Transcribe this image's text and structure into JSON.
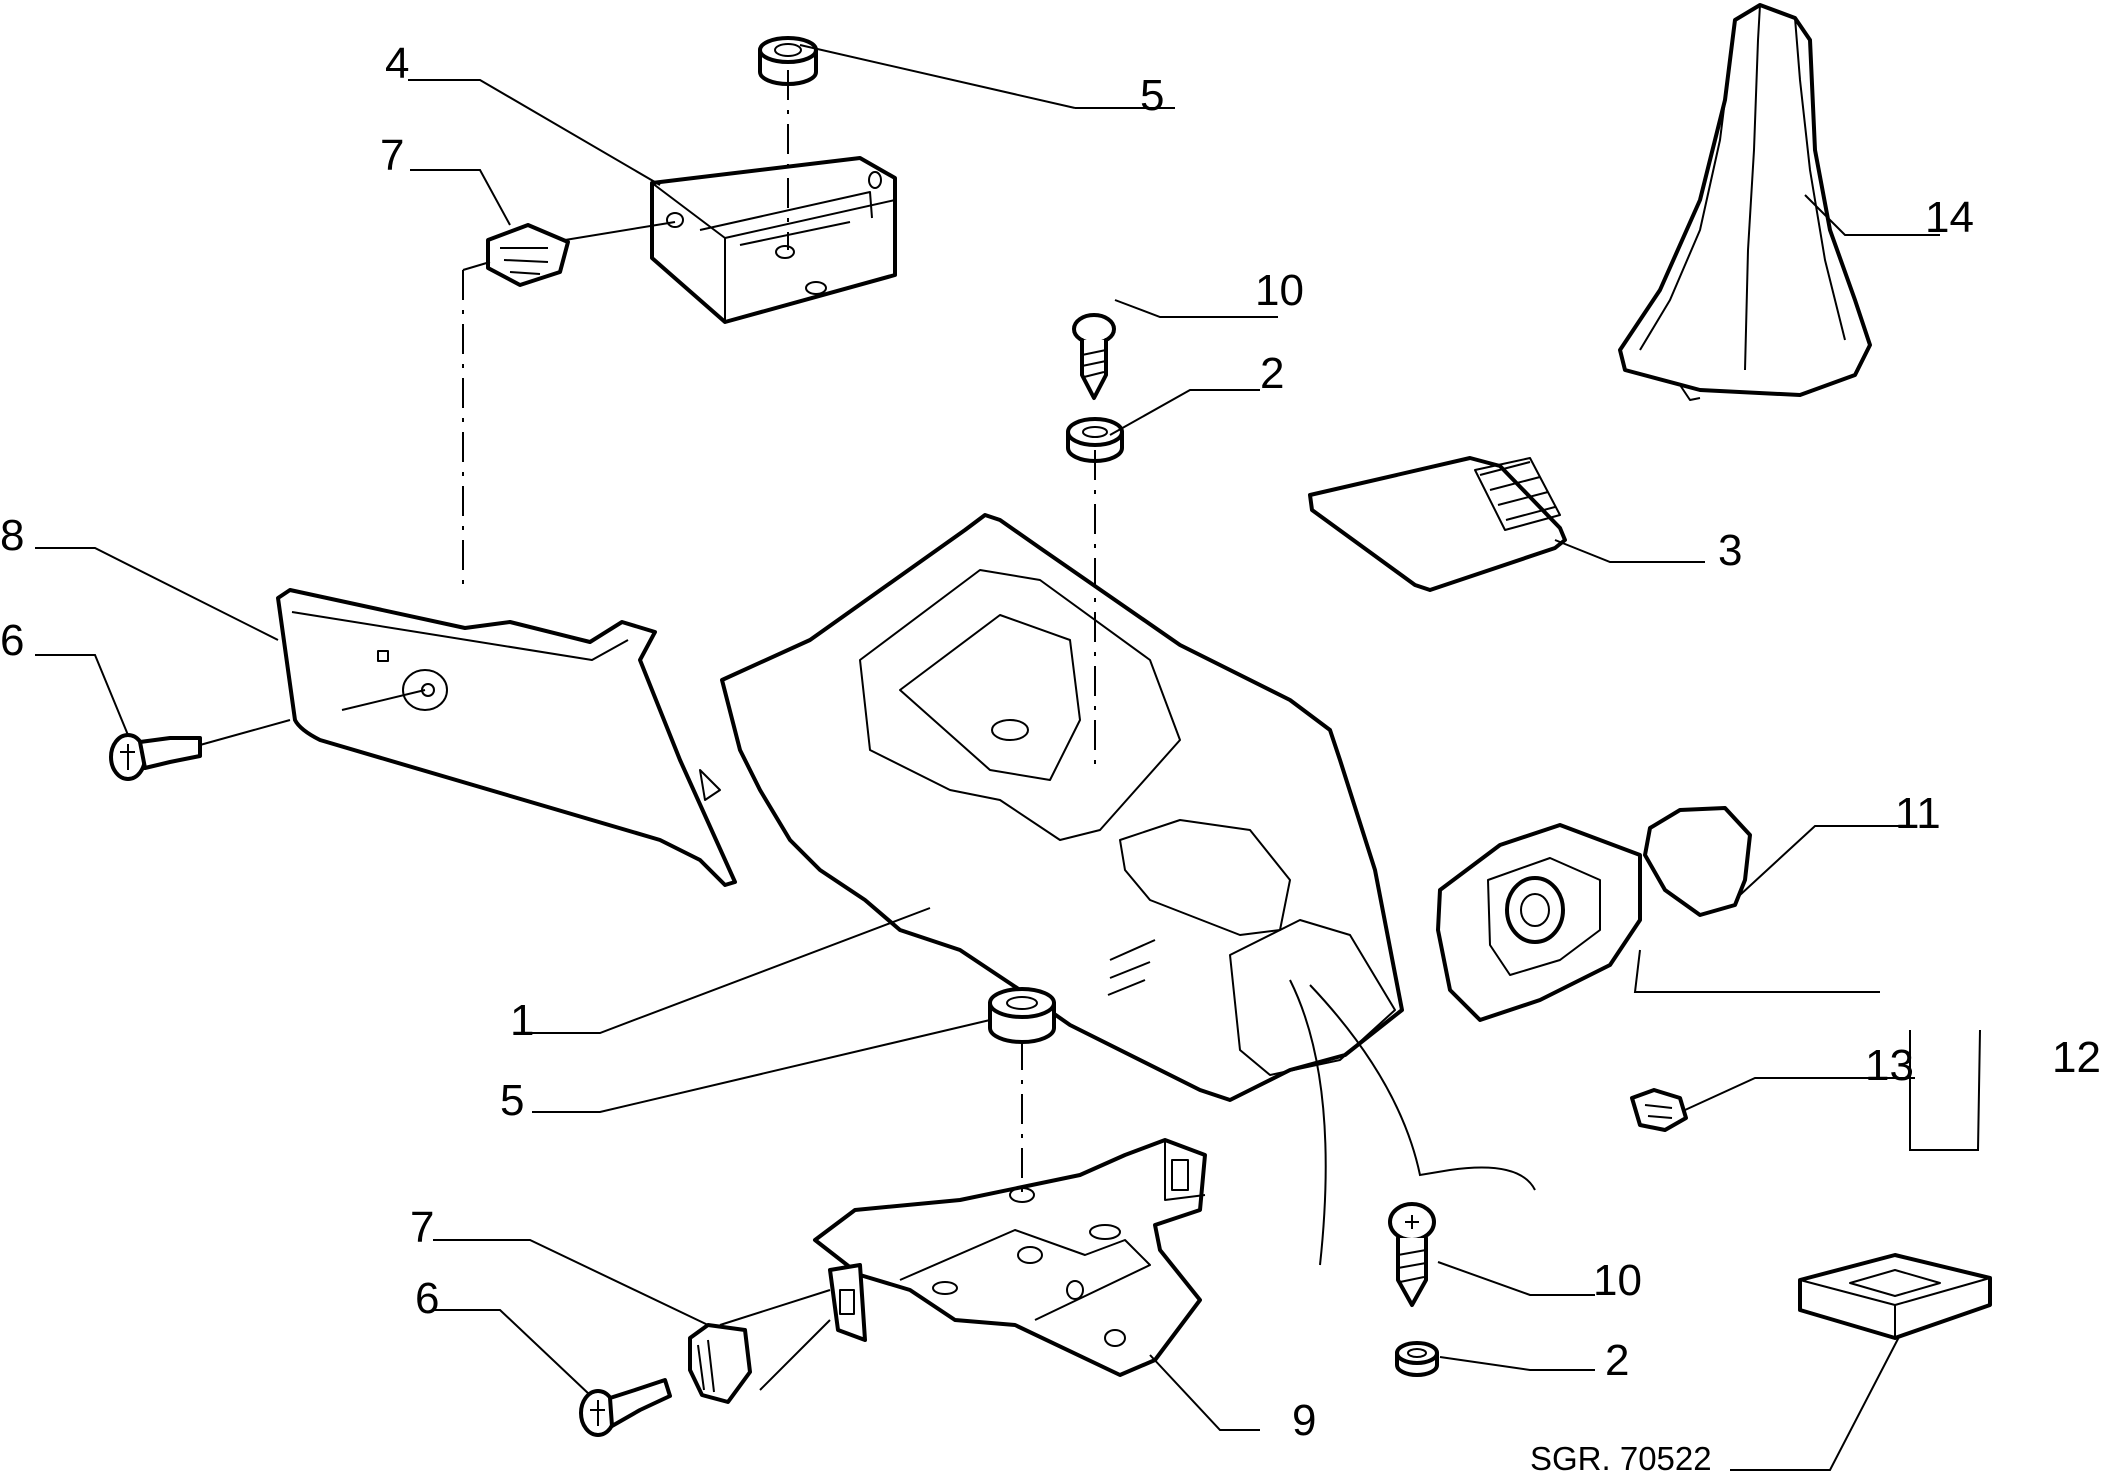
{
  "callouts": {
    "c1": "1",
    "c2a": "2",
    "c2b": "2",
    "c3": "3",
    "c4": "4",
    "c5a": "5",
    "c5b": "5",
    "c6a": "6",
    "c6b": "6",
    "c7a": "7",
    "c7b": "7",
    "c8": "8",
    "c9": "9",
    "c10a": "10",
    "c10b": "10",
    "c11": "11",
    "c12": "12",
    "c13": "13",
    "c14": "14"
  },
  "reference": "SGR. 70522",
  "colors": {
    "line": "#000000",
    "background": "#ffffff"
  }
}
